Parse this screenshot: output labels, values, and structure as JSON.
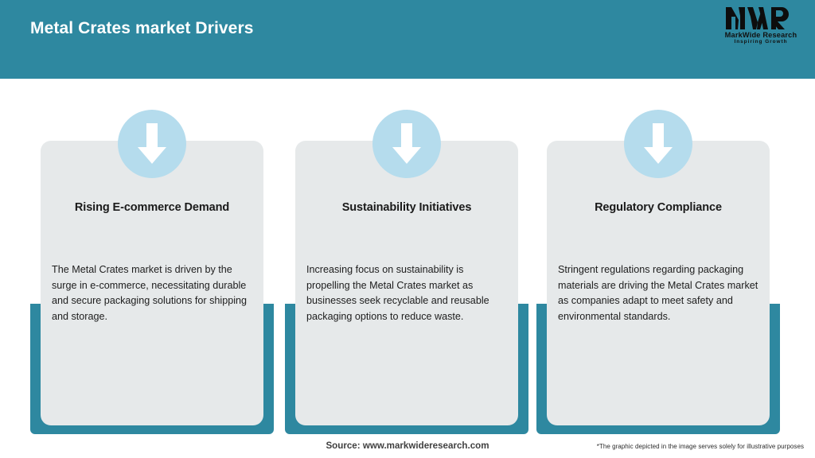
{
  "header": {
    "title": "Metal Crates market Drivers",
    "background_color": "#2e88a0",
    "title_color": "#ffffff"
  },
  "logo": {
    "mark": "MWR",
    "name": "MarkWide Research",
    "tagline": "Inspiring Growth"
  },
  "theme": {
    "accent_teal": "#2e88a0",
    "icon_circle_blue": "#b5dced",
    "card_grey": "#e6e9ea",
    "page_background": "#ffffff",
    "body_text": "#1d1d1d"
  },
  "cards": [
    {
      "icon": "arrow-down-icon",
      "title": "Rising E-commerce Demand",
      "body": "The Metal Crates market is driven by the surge in e-commerce, necessitating durable and secure packaging solutions for shipping and storage."
    },
    {
      "icon": "arrow-down-icon",
      "title": "Sustainability Initiatives",
      "body": "Increasing focus on sustainability is propelling the Metal Crates market as businesses seek recyclable and reusable packaging options to reduce waste."
    },
    {
      "icon": "arrow-down-icon",
      "title": "Regulatory Compliance",
      "body": "Stringent regulations regarding packaging materials are driving the Metal Crates market as companies adapt to meet safety and environmental standards."
    }
  ],
  "footer": {
    "source": "Source: www.markwideresearch.com",
    "disclaimer": "*The graphic depicted in the image serves solely for illustrative purposes"
  }
}
